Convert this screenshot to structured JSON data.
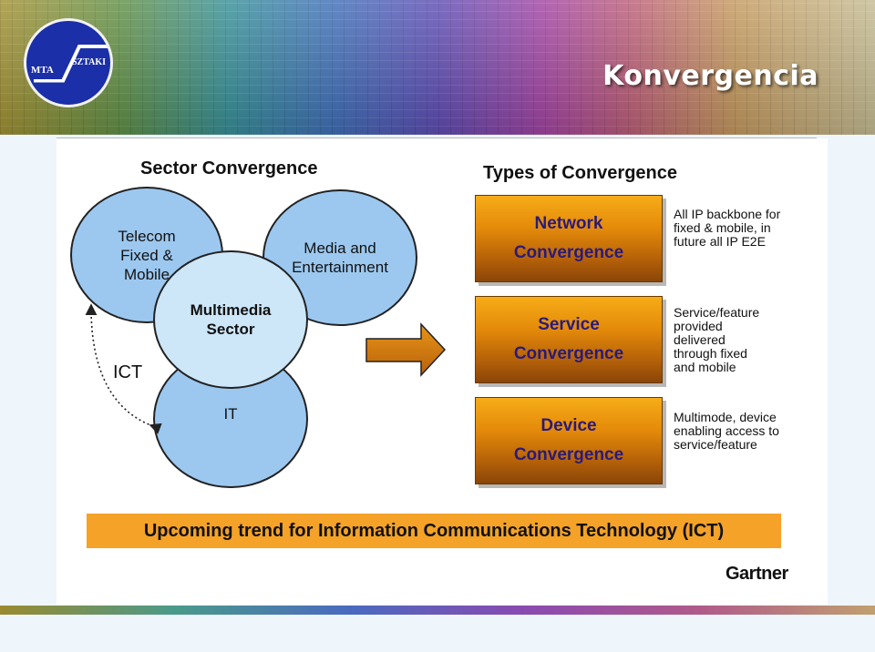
{
  "slide": {
    "title": "Konvergencia"
  },
  "logo": {
    "left_text": "MTA",
    "right_text": "SZTAKI"
  },
  "diagram": {
    "left_heading": "Sector Convergence",
    "right_heading": "Types of Convergence",
    "circles": {
      "telecom": "Telecom\nFixed &\nMobile",
      "media": "Media and\nEntertainment",
      "multimedia": "Multimedia\nSector",
      "it": "IT"
    },
    "ict_label": "ICT",
    "types": [
      {
        "label": "Network\nConvergence",
        "desc": "All IP backbone for\nfixed & mobile, in\nfuture all IP E2E"
      },
      {
        "label": "Service\nConvergence",
        "desc": "Service/feature\nprovided\ndelivered\nthrough fixed\nand mobile"
      },
      {
        "label": "Device\nConvergence",
        "desc": "Multimode, device\nenabling access to\nservice/feature"
      }
    ],
    "trend_banner": "Upcoming trend for Information Communications Technology (ICT)",
    "source": "Gartner",
    "colors": {
      "circle_blue": "#9cc8f0",
      "circle_light": "#cde6f8",
      "orange": "#e48a0a",
      "trend_orange": "#f4a228",
      "box_text": "#2b1a7a"
    }
  }
}
